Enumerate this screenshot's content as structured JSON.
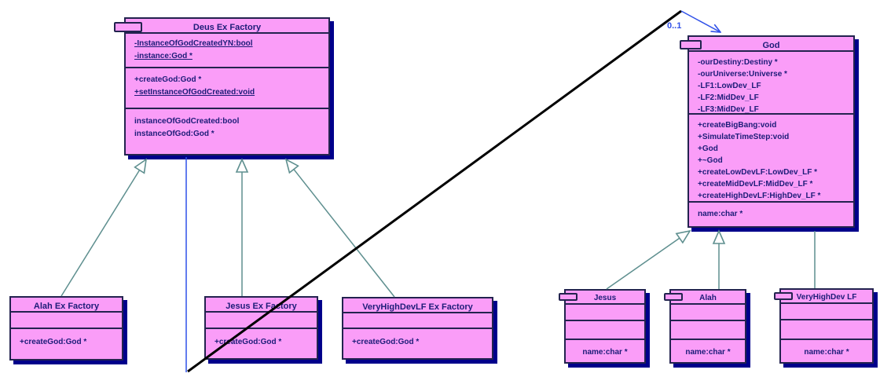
{
  "diagram": {
    "type": "uml-class-diagram",
    "colors": {
      "class_fill": "#fa9df8",
      "class_border": "#23234f",
      "class_shadow": "#00008b",
      "member_text": "#1c1c78",
      "generalization_line": "#5e8f8f",
      "association_line": "#2f50e8",
      "crossing_line": "#000000",
      "background": "#ffffff"
    }
  },
  "classes": {
    "deus_ex_factory": {
      "title": "Deus Ex Factory",
      "attributes": [
        "-InstanceOfGodCreatedYN:bool",
        "-instance:God *"
      ],
      "operations": [
        "+createGod:God *",
        "+setInstanceOfGodCreated:void"
      ],
      "properties": [
        "instanceOfGodCreated:bool",
        "instanceOfGod:God *"
      ]
    },
    "god": {
      "title": "God",
      "attributes": [
        "-ourDestiny:Destiny *",
        "-ourUniverse:Universe *",
        "-LF1:LowDev_LF",
        "-LF2:MidDev_LF",
        "-LF3:MidDev_LF"
      ],
      "operations": [
        "+createBigBang:void",
        "+SimulateTimeStep:void",
        "+God",
        "+~God",
        "+createLowDevLF:LowDev_LF *",
        "+createMidDevLF:MidDev_LF *",
        "+createHighDevLF:HighDev_LF *"
      ],
      "properties": [
        "name:char *"
      ]
    },
    "alah_ex_factory": {
      "title": "Alah Ex Factory",
      "operations": [
        "+createGod:God *"
      ]
    },
    "jesus_ex_factory": {
      "title": "Jesus Ex Factory",
      "operations": [
        "+createGod:God *"
      ]
    },
    "veryhighdevlf_ex_factory": {
      "title": "VeryHighDevLF Ex Factory",
      "operations": [
        "+createGod:God *"
      ]
    },
    "jesus": {
      "title": "Jesus",
      "properties": [
        "name:char *"
      ]
    },
    "alah": {
      "title": "Alah",
      "properties": [
        "name:char *"
      ]
    },
    "veryhighdev_lf": {
      "title": "VeryHighDev LF",
      "properties": [
        "name:char *"
      ]
    }
  },
  "association": {
    "multiplicity": "0..1"
  }
}
